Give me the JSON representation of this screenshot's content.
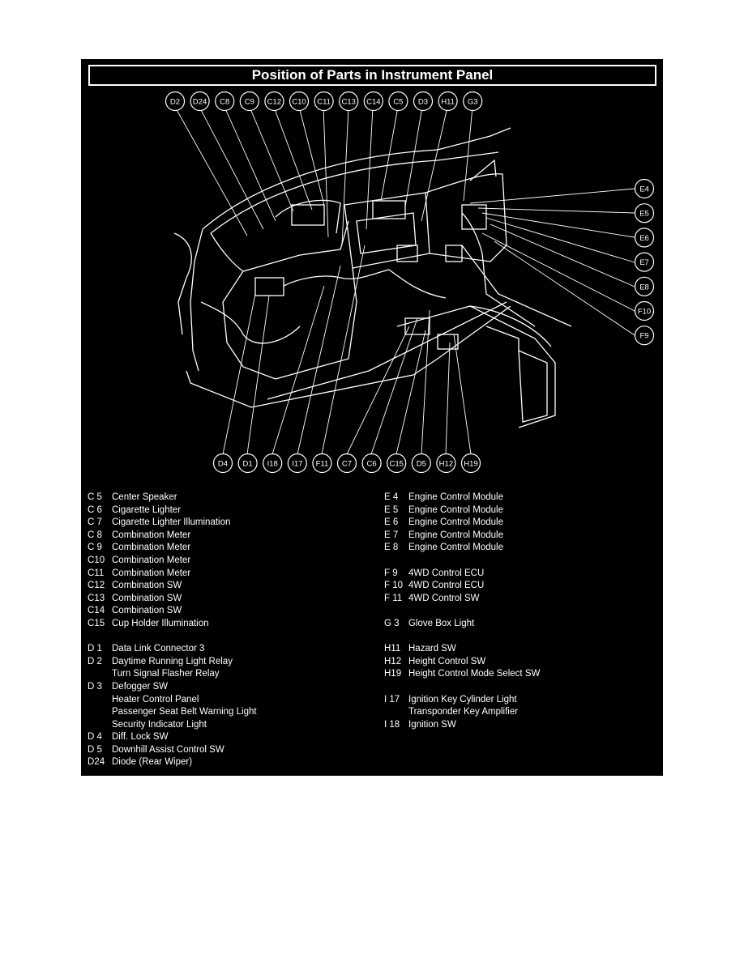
{
  "title": "Position of Parts in Instrument Panel",
  "callouts_top": [
    "D2",
    "D24",
    "C8",
    "C9",
    "C12",
    "C10",
    "C11",
    "C13",
    "C14",
    "C5",
    "D3",
    "H11",
    "G3"
  ],
  "callouts_right": [
    "E4",
    "E5",
    "E6",
    "E7",
    "E8",
    "F10",
    "F9"
  ],
  "callouts_bottom": [
    "D4",
    "D1",
    "I18",
    "I17",
    "F11",
    "C7",
    "C6",
    "C15",
    "D5",
    "H12",
    "H19"
  ],
  "legend_left": [
    {
      "code": "C  5",
      "name": "Center Speaker"
    },
    {
      "code": "C  6",
      "name": "Cigarette Lighter"
    },
    {
      "code": "C  7",
      "name": "Cigarette Lighter Illumination"
    },
    {
      "code": "C  8",
      "name": "Combination Meter"
    },
    {
      "code": "C  9",
      "name": "Combination Meter"
    },
    {
      "code": "C10",
      "name": "Combination Meter"
    },
    {
      "code": "C11",
      "name": "Combination Meter"
    },
    {
      "code": "C12",
      "name": "Combination SW"
    },
    {
      "code": "C13",
      "name": "Combination SW"
    },
    {
      "code": "C14",
      "name": "Combination SW"
    },
    {
      "code": "C15",
      "name": "Cup Holder Illumination"
    },
    {
      "code": "",
      "name": ""
    },
    {
      "code": "D  1",
      "name": "Data Link Connector 3"
    },
    {
      "code": "D  2",
      "name": "Daytime Running Light Relay"
    },
    {
      "code": "",
      "name": "Turn Signal Flasher Relay"
    },
    {
      "code": "D  3",
      "name": "Defogger SW"
    },
    {
      "code": "",
      "name": "Heater Control Panel"
    },
    {
      "code": "",
      "name": "Passenger Seat Belt Warning Light"
    },
    {
      "code": "",
      "name": "Security Indicator Light"
    },
    {
      "code": "D  4",
      "name": "Diff. Lock SW"
    },
    {
      "code": "D  5",
      "name": "Downhill Assist Control SW"
    },
    {
      "code": "D24",
      "name": "Diode (Rear Wiper)"
    }
  ],
  "legend_right": [
    {
      "code": "E  4",
      "name": "Engine Control Module"
    },
    {
      "code": "E  5",
      "name": "Engine Control Module"
    },
    {
      "code": "E  6",
      "name": "Engine Control Module"
    },
    {
      "code": "E  7",
      "name": "Engine Control Module"
    },
    {
      "code": "E  8",
      "name": "Engine Control Module"
    },
    {
      "code": "",
      "name": ""
    },
    {
      "code": "F  9",
      "name": "4WD Control ECU"
    },
    {
      "code": "F 10",
      "name": "4WD Control ECU"
    },
    {
      "code": "F 11",
      "name": "4WD Control SW"
    },
    {
      "code": "",
      "name": ""
    },
    {
      "code": "G  3",
      "name": "Glove Box Light"
    },
    {
      "code": "",
      "name": ""
    },
    {
      "code": "H11",
      "name": "Hazard SW"
    },
    {
      "code": "H12",
      "name": "Height Control SW"
    },
    {
      "code": "H19",
      "name": "Height Control Mode Select SW"
    },
    {
      "code": "",
      "name": ""
    },
    {
      "code": "I  17",
      "name": "Ignition Key Cylinder Light"
    },
    {
      "code": "",
      "name": "Transponder Key Amplifier"
    },
    {
      "code": "I  18",
      "name": "Ignition SW"
    }
  ]
}
